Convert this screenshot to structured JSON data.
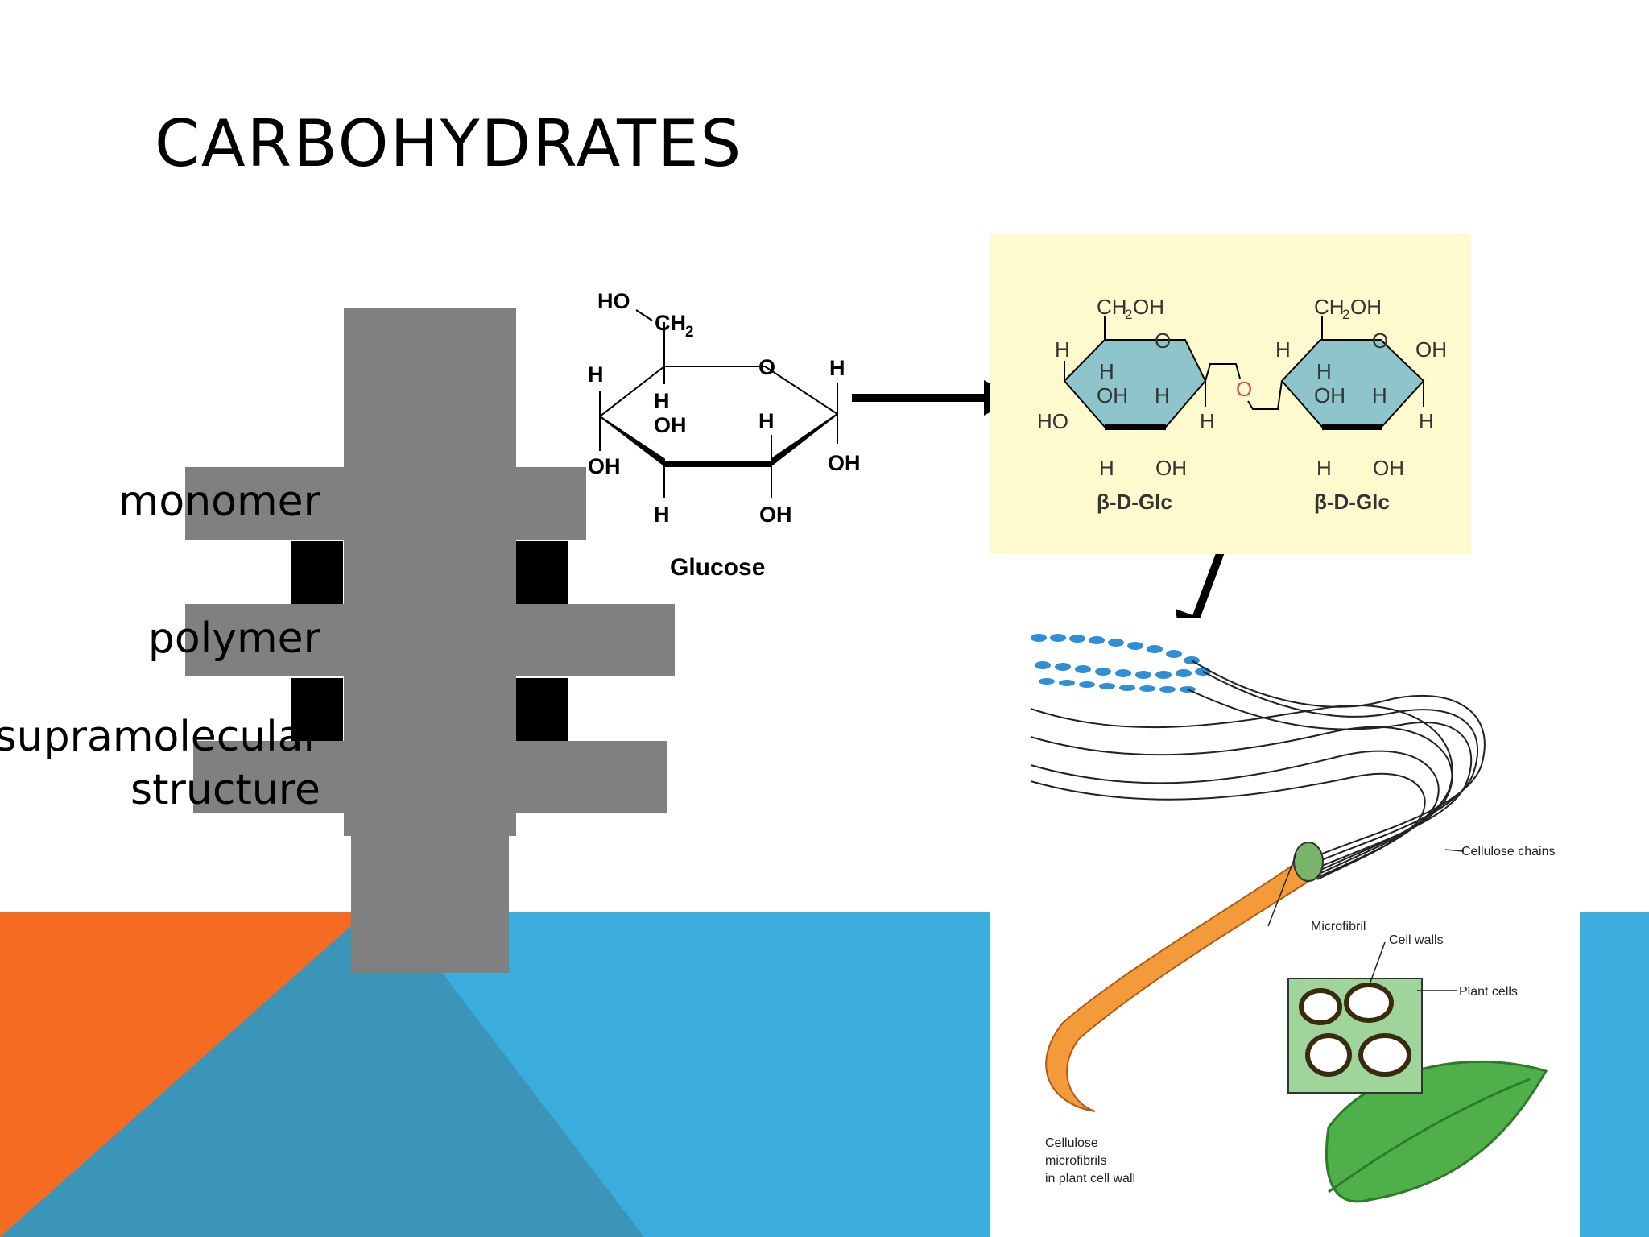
{
  "title": "CARBOHYDRATES",
  "labels": {
    "monomer": "monomer",
    "polymer": "polymer",
    "supramolecular": "supramolecular",
    "structure": "structure"
  },
  "glucose": {
    "caption": "Glucose"
  },
  "cellobiose": {
    "unit_label": "β-D-Glc"
  },
  "cellulose": {
    "chains": "Cellulose chains",
    "microfibril": "Microfibril",
    "cell_walls": "Cell walls",
    "plant_cells": "Plant cells",
    "caption_1": "Cellulose",
    "caption_2": "microfibrils",
    "caption_3": "in plant cell wall"
  },
  "colors": {
    "orange": "#f46b21",
    "blue": "#3baddd",
    "dark_blue": "#3b95b8",
    "grey_shape": "#808080",
    "panel_yellow": "#fffacd",
    "ring_fill": "#8ec5cb"
  }
}
